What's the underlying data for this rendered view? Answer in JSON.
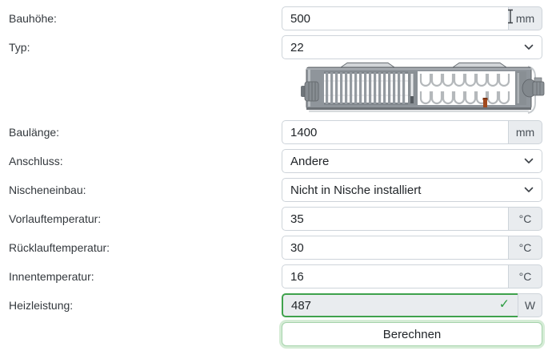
{
  "form": {
    "rows": [
      {
        "label": "Bauhöhe:",
        "value": "500",
        "unit": "mm",
        "control": "input"
      },
      {
        "label": "Typ:",
        "value": "22",
        "control": "select"
      },
      {
        "label": "Baulänge:",
        "value": "1400",
        "unit": "mm",
        "control": "input"
      },
      {
        "label": "Anschluss:",
        "value": "Andere",
        "control": "select"
      },
      {
        "label": "Nischeneinbau:",
        "value": "Nicht in Nische installiert",
        "control": "select"
      },
      {
        "label": "Vorlauftemperatur:",
        "value": "35",
        "unit": "°C",
        "control": "input"
      },
      {
        "label": "Rücklauftemperatur:",
        "value": "30",
        "unit": "°C",
        "control": "input"
      },
      {
        "label": "Innentemperatur:",
        "value": "16",
        "unit": "°C",
        "control": "input"
      },
      {
        "label": "Heizleistung:",
        "value": "487",
        "unit": "W",
        "control": "input",
        "state": "valid"
      }
    ],
    "button": {
      "label": "Berechnen"
    },
    "radiator_illustration": {
      "shown_type": "22"
    },
    "icons": {
      "check": "✓"
    },
    "colors": {
      "valid_green": "#3fa24c",
      "button_glow": "#d5ecd6",
      "input_border": "#ced4da",
      "addon_bg": "#e9ecef",
      "label_text": "#33383d"
    }
  }
}
